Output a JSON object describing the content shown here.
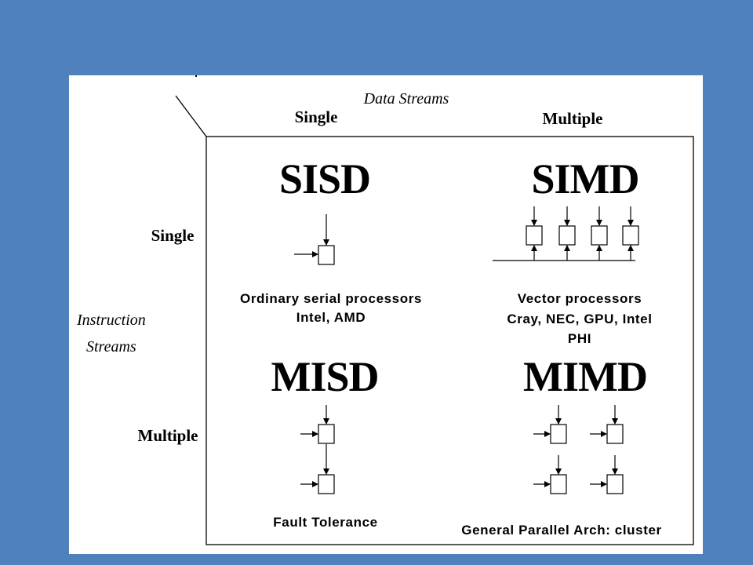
{
  "axes": {
    "data_streams_label": "Data Streams",
    "data_single": "Single",
    "data_multiple": "Multiple",
    "instruction_streams_label_line1": "Instruction",
    "instruction_streams_label_line2": "Streams",
    "instr_single": "Single",
    "instr_multiple": "Multiple"
  },
  "quadrants": {
    "sisd": {
      "title": "SISD",
      "caption_line1": "Ordinary serial processors",
      "caption_line2": "Intel, AMD"
    },
    "simd": {
      "title": "SIMD",
      "caption_line1": "Vector processors",
      "caption_line2": "Cray, NEC, GPU, Intel",
      "caption_line3": "PHI"
    },
    "misd": {
      "title": "MISD",
      "caption_line1": "Fault Tolerance"
    },
    "mimd": {
      "title": "MIMD",
      "caption_line1": "General Parallel Arch: cluster"
    }
  }
}
